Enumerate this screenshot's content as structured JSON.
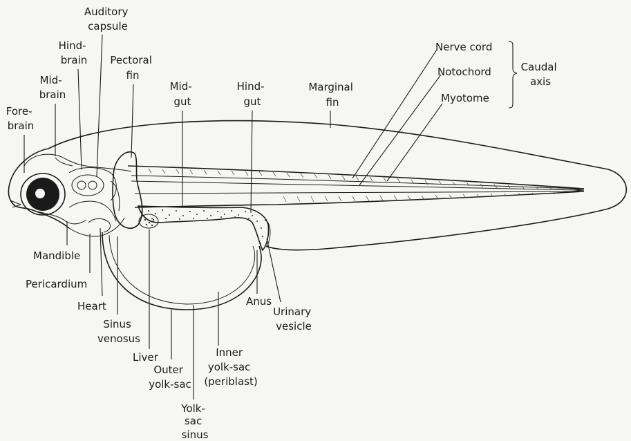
{
  "labels": {
    "auditory_capsule": [
      "Auditory",
      "capsule"
    ],
    "hind_brain": [
      "Hind-",
      "brain"
    ],
    "mid_brain": [
      "Mid-",
      "brain"
    ],
    "fore_brain": [
      "Fore-",
      "brain"
    ],
    "pectoral_fin": [
      "Pectoral",
      "fin"
    ],
    "mid_gut": [
      "Mid-",
      "gut"
    ],
    "hind_gut": [
      "Hind-",
      "gut"
    ],
    "marginal_fin": [
      "Marginal",
      "fin"
    ],
    "nerve_cord": "Nerve cord",
    "notochord": "Notochord",
    "myotome": "Myotome",
    "caudal_axis": [
      "Caudal",
      "axis"
    ],
    "mandible": "Mandible",
    "pericardium": "Pericardium",
    "heart": "Heart",
    "sinus_venosus": [
      "Sinus",
      "venosus"
    ],
    "liver": "Liver",
    "outer_yolk_sac": [
      "Outer",
      "yolk-sac"
    ],
    "yolk_sac_sinus": [
      "Yolk-",
      "sac",
      "sinus"
    ],
    "inner_yolk_sac": [
      "Inner",
      "yolk-sac",
      "(periblast)"
    ],
    "anus": "Anus",
    "urinary_vesicle": [
      "Urinary",
      "vesicle"
    ]
  },
  "colors": {
    "ink": "#1a1a1a",
    "paper": "#f6f6f4"
  }
}
